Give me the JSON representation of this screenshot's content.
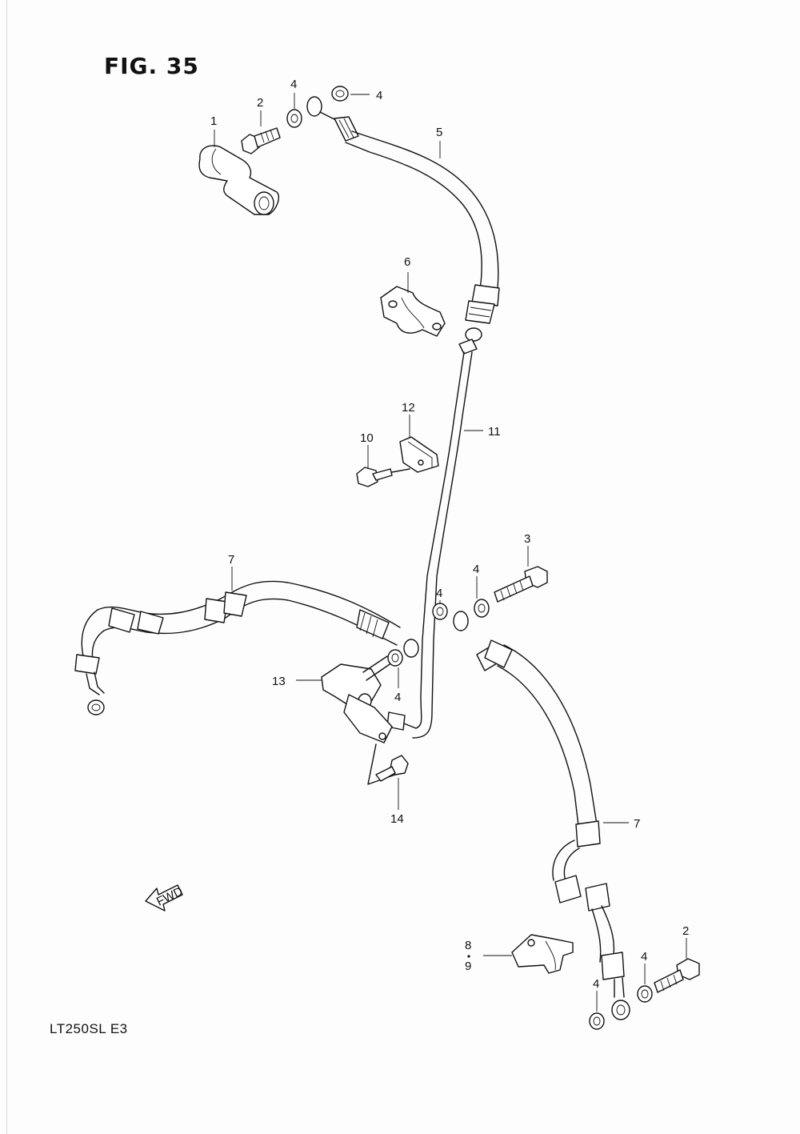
{
  "figure": {
    "title": "FIG. 35"
  },
  "model": {
    "code": "LT250SL  E3"
  },
  "fwd_label": "FWD",
  "callouts": {
    "c1": "1",
    "c2a": "2",
    "c4a": "4",
    "c4b": "4",
    "c5": "5",
    "c6": "6",
    "c12": "12",
    "c10": "10",
    "c11": "11",
    "c7a": "7",
    "c3": "3",
    "c4c": "4",
    "c4d": "4",
    "c13": "13",
    "c4e": "4",
    "c14": "14",
    "c7b": "7",
    "c8": "8",
    "c9": "9",
    "c2b": "2",
    "c4f": "4",
    "c4g": "4"
  }
}
